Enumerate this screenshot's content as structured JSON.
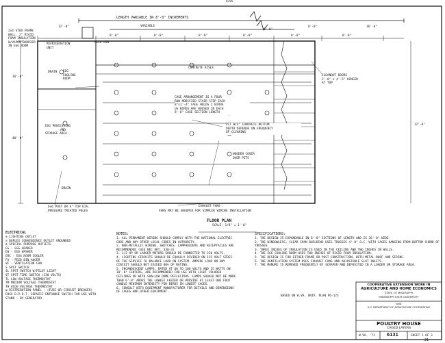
{
  "top": {
    "page_mark": "8/05",
    "length_label": "LENGTH VARIABLE IN 8'-0\" INCREMENTS",
    "variable_label": "VARIABLE",
    "dim_left": "12'-0\"",
    "dim_right": "16'-0\"",
    "dim_bays": [
      "8'-0\"",
      "8'-0\"",
      "8'-0\"",
      "8'-0\"",
      "8'-0\"",
      "8'-0\""
    ],
    "dim_8a": "8'-0\"",
    "dim_8b": "8'-0\""
  },
  "plan": {
    "wall_note": [
      "2x4 STUD FRAME",
      "WALL, 2\" RIGID",
      "FOAM INSULATION",
      "W/VAPOR BARRIER",
      "IN EGG ROOM"
    ],
    "refrigeration": [
      "REFRIGERATION",
      "UNIT"
    ],
    "feed_bin": "FEED BIN",
    "drain": "DRAIN",
    "egg_cooling": [
      "EGG",
      "COOLING",
      "ROOM"
    ],
    "egg_processing": [
      "EGG PROCESSING",
      "AND",
      "STORAGE AREA"
    ],
    "concrete_aisle": "CONCRETE AISLE",
    "cleanout": [
      "CLEANOUT DOORS",
      "2'-0\" x 4'-5\" HINGED",
      "AT TOP"
    ],
    "cage_arrangement": [
      "CAGE ARRANGEMENT IS A FOUR",
      "ROW MODIFIED STAIR STEP EACH",
      "8\"x1'-4\" CAGE HOLDS 2 BIRDS",
      "US BIRDS ARE HOUSED IN EACH",
      "8'-0\" CAGE SECTION LENGTH"
    ],
    "pit": [
      "PIT W/4\" CONCRETE BOTTOM",
      "DEPTH DEPENDS ON FREQUENCY",
      "OF CLEANING"
    ],
    "wooden_cover": [
      "WOODEN COVER",
      "OVER PITS"
    ],
    "exhaust_fans": "EXHAUST FANS",
    "fans_grouped": "FANS MAY BE GROUPED FOR SIMPLER WIRING INSTALLATION",
    "posts": [
      "6x6 POST OR 4\" TOP DIA.",
      "PRESSURE TREATED POLES"
    ],
    "drain_bottom": "DRAIN",
    "side_dim_a": "16'-0\"",
    "side_dim_b": "40'-0\"",
    "side_dim_c": "12'-0\"",
    "fp_title": "FLOOR PLAN",
    "fp_scale": "SCALE: 1/8\" = 1'-0\""
  },
  "electrical": {
    "heading": "ELECTRICAL",
    "items": [
      "⊕ LIGHTING OUTLET",
      "⊖ DUPLEX CONVENIENCE OUTLET GROUNDED",
      "⊛ SPECIAL PURPOSE OUTLETS",
      "   EG - EGG GRADER",
      "   EW - EGG WASHER",
      "   ERC - EGG ROOM COOLER",
      "   FA - FEED BIN AUGER",
      "   VF - VENTILATION FAN",
      "S   SPST SWITCH",
      "SL  SPST SWITCH W/PILOT LIGHT",
      "ST  SPST TIME SWITCH (230 VOLTS)",
      "TL  LOW VOLTAGE THERMOSTAT",
      "TM  MEDIUM VOLTAGE THERMOSTAT",
      "TH  HIGH VOLTAGE THERMOSTAT",
      "▬   DISTRIBUTION PANEL - (FUSE OR CIRCUIT BREAKER)",
      "EDSS D.P.D.T. SERVICE ENTRANCE SWITCH FOR USE WITH",
      "     STAND - BY GENERATOR"
    ]
  },
  "notes": {
    "heading": "NOTES:",
    "items": [
      "1. ALL PERMANENT WIRING SHOULD COMPLY WITH THE NATIONAL ELECTRIC CODE AND ANY OTHER LOCAL CODES IN AUTHORITY.",
      "2. NON-METALLIC WIRING, SWITCHES, LAMPHOLDERS AND RECEPTACLES ARE RECOMMENDED (SEE NEC ART. 330-3)",
      "3. 1/2 HP OR LARGER MOTORS SHOULD BE CONNECTED TO 230 VOLTS.",
      "4. LIGHTING CIRCUITS SHOULD BE EQUALLY DIVIDED ON 115 VOLT SIDES OF THE SERVICE TO BALANCE LOAD ON SYSTEM. AMPERE LOAD ON ANY CIRCUIT SHOULD NOT EXCEED 80% OF RATING.",
      "5. INCANDESCENT LAMPS, RATED AT 60 TO 100 VOLTS AND 25 WATTS ON 10'-0\" CENTERS, ARE RECOMMENDED FOR USE WITH LIGHT COLORED CEILINGS OR WITH SHALLOW DOME REFLECTORS. LAMPS SHOULD NOT BE MORE THAN 6'-0\" ABOVE THE LOWEST FEEDER OR PROVIDE AT LEAST ONE FOOT CANDLE MINIMUM INTENSITY FOR BIRDS IN LOWEST CAGES.",
      "6. CONSULT WITH EQUIPMENT MANUFACTURER FOR DETAILS AND DIMENSIONS OF CAGES AND OTHER EQUIPMENT."
    ]
  },
  "specs": {
    "heading": "SPECIFICATIONS:",
    "items": [
      "1. THE DESIGN IS EXPANDABLE IN 8'-0\" SECTIONS OF LENGTH AND IS 36'-0\" WIDE.",
      "2. THE WINDOWLESS, CLEAR SPAN BUILDING USES TRUSSES 4'-0\" O.C. WITH CAGES HANGING FROM BOTTOM CHORD OF TRUSSES.",
      "3. THREE INCHES OF INSULATION IS USED IN THE CEILING AND TWO INCHES IN WALLS.",
      "4. THE EGG COOLING ROOM USES TWO INCHES OF RIGID FOAM INSULATION.",
      "5. THE DESIGN IS FOR EITHER FRAME OR POST CONSTRUCTION, WITH METAL ROOF AND SIDING.",
      "6. THE VENTILATION SYSTEM USES EXHAUST FANS AND ADJUSTABLE SLOT INLETS.",
      "7. THE MANURE IS REMOVED FREQUENTLY BY SCRAPER AND DEPOSITED IN A LOADER OR STORAGE AREA."
    ],
    "based_on": "BASED ON W.VA. UNIV. PLAN PO-123"
  },
  "title_block": {
    "line1": "COOPERATIVE EXTENSION WORK IN",
    "line2": "AGRICULTURE AND HOME ECONOMICS",
    "line3": "STATE OF MISSISSIPPI",
    "line4": "MISSISSIPPI STATE UNIVERSITY",
    "line5": "AND",
    "line6": "U.S. DEPARTMENT OF AGRICULTURE COOPERATING",
    "project": "POULTRY HOUSE",
    "subtitle": "CAGED LAYERS",
    "date": "W.VA. '71",
    "plan_no": "6131",
    "sheet": "SHEET 1 OF 3"
  },
  "corner_mark": "21"
}
